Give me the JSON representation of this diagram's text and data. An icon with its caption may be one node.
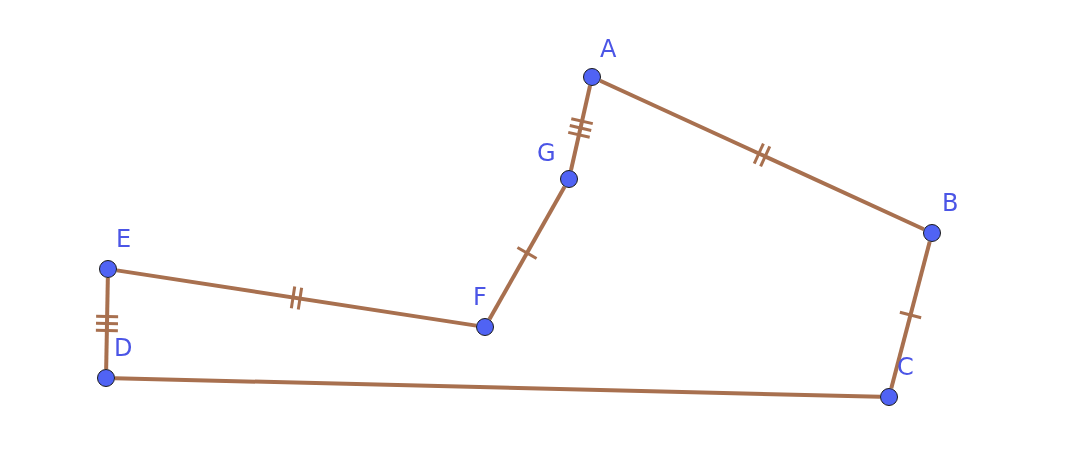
{
  "diagram": {
    "nodes": [
      {
        "text": [
          "A"
        ]
      },
      {
        "text": [
          "B"
        ]
      },
      {
        "text": [
          "C"
        ]
      },
      {
        "text": [
          "D"
        ]
      },
      {
        "text": [
          "E"
        ]
      },
      {
        "text": [
          "F"
        ]
      },
      {
        "text": [
          "G"
        ]
      }
    ],
    "edges": [
      {
        "from": 0,
        "to": 1,
        "arrow": "none"
      },
      {
        "from": 1,
        "to": 2,
        "arrow": "none"
      },
      {
        "from": 2,
        "to": 3,
        "arrow": "none"
      },
      {
        "from": 3,
        "to": 4,
        "arrow": "none"
      },
      {
        "from": 4,
        "to": 5,
        "arrow": "none"
      },
      {
        "from": 5,
        "to": 6,
        "arrow": "none"
      },
      {
        "from": 6,
        "to": 0,
        "arrow": "none"
      }
    ]
  }
}
